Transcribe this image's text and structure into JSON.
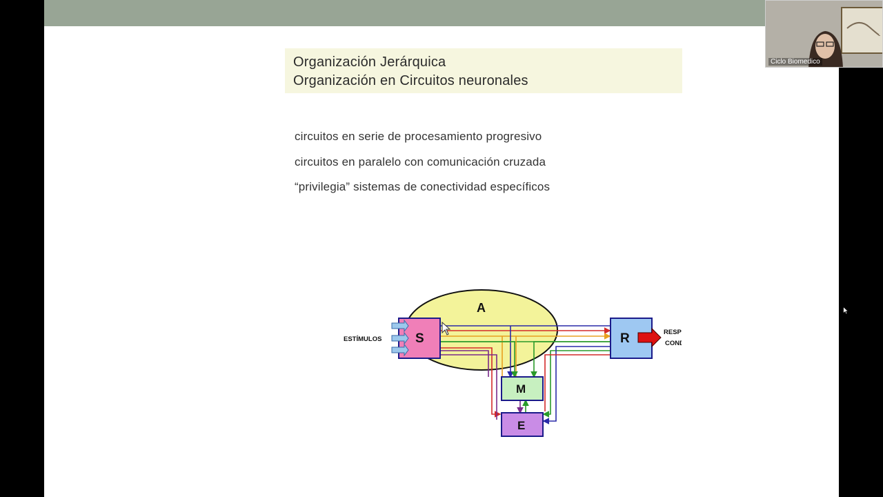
{
  "slide": {
    "title_lines": [
      "Organización Jerárquica",
      "Organización en Circuitos neuronales"
    ],
    "bullets": [
      "circuitos en serie de procesamiento progresivo",
      "circuitos en paralelo con comunicación cruzada",
      "“privilegia” sistemas de conectividad específicos"
    ]
  },
  "diagram": {
    "input_label": "ESTÍMULOS",
    "output_label_1": "RESPUESTA",
    "output_label_2": "CONDUCTA",
    "nodes": {
      "A": "A",
      "S": "S",
      "R": "R",
      "M": "M",
      "E": "E"
    },
    "colors": {
      "A_fill": "#f3f39a",
      "S_fill": "#f07fb8",
      "R_fill": "#9ec8f2",
      "M_fill": "#c7f0c0",
      "E_fill": "#c98ce6",
      "line_blue": "#2a2aa8",
      "line_red": "#d42a2a",
      "line_orange": "#e8a020",
      "line_green": "#2a9a2a",
      "line_purple": "#7a2a8a",
      "output_arrow": "#dd1111"
    }
  },
  "webcam": {
    "name": "Ciclo Biomedico"
  }
}
